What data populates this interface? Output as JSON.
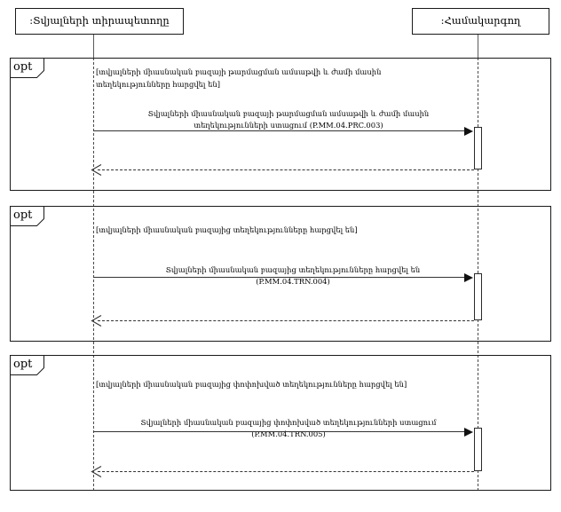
{
  "diagram": {
    "type": "uml-sequence-diagram",
    "title": "",
    "lifelines": [
      {
        "id": "data-owner",
        "label": ":Տվյալների տիրապետողը"
      },
      {
        "id": "coordinator",
        "label": ":Համակարգող"
      }
    ],
    "fragments": [
      {
        "operator": "opt",
        "guard": "[տվյալների միասնական բազայի թարմացման ամսաթվի և ժամի մասին տեղեկությունները հարցվել են]",
        "messages": [
          {
            "kind": "synchronous",
            "from": "data-owner",
            "to": "coordinator",
            "label": "Տվյալների միասնական բազայի թարմացման ամսաթվի և ժամի մասին\nտեղեկությունների ստացում (P.MM.04.PRC.003)",
            "code": "P.MM.04.PRC.003"
          },
          {
            "kind": "return",
            "from": "coordinator",
            "to": "data-owner",
            "label": ""
          }
        ]
      },
      {
        "operator": "opt",
        "guard": "[տվյալների միասնական բազայից տեղեկությունները հարցվել են]",
        "messages": [
          {
            "kind": "synchronous",
            "from": "data-owner",
            "to": "coordinator",
            "label": "Տվյալների միասնական բազայից տեղեկությունները հարցվել են\n(P.MM.04.TRN.004)",
            "code": "P.MM.04.TRN.004"
          },
          {
            "kind": "return",
            "from": "coordinator",
            "to": "data-owner",
            "label": ""
          }
        ]
      },
      {
        "operator": "opt",
        "guard": "[տվյալների միասնական բազայից փոփոխված տեղեկությունները հարցվել են]",
        "messages": [
          {
            "kind": "synchronous",
            "from": "data-owner",
            "to": "coordinator",
            "label": "Տվյալների միասնական բազայից փոփոխված տեղեկությունների ստացում\n(P.MM.04.TRN.005)",
            "code": "P.MM.04.TRN.005"
          },
          {
            "kind": "return",
            "from": "coordinator",
            "to": "data-owner",
            "label": ""
          }
        ]
      }
    ],
    "colors": {
      "stroke": "#1a1a1a",
      "lifeline": "#4a4a4a",
      "background": "#ffffff",
      "arrow": "#111111"
    }
  }
}
